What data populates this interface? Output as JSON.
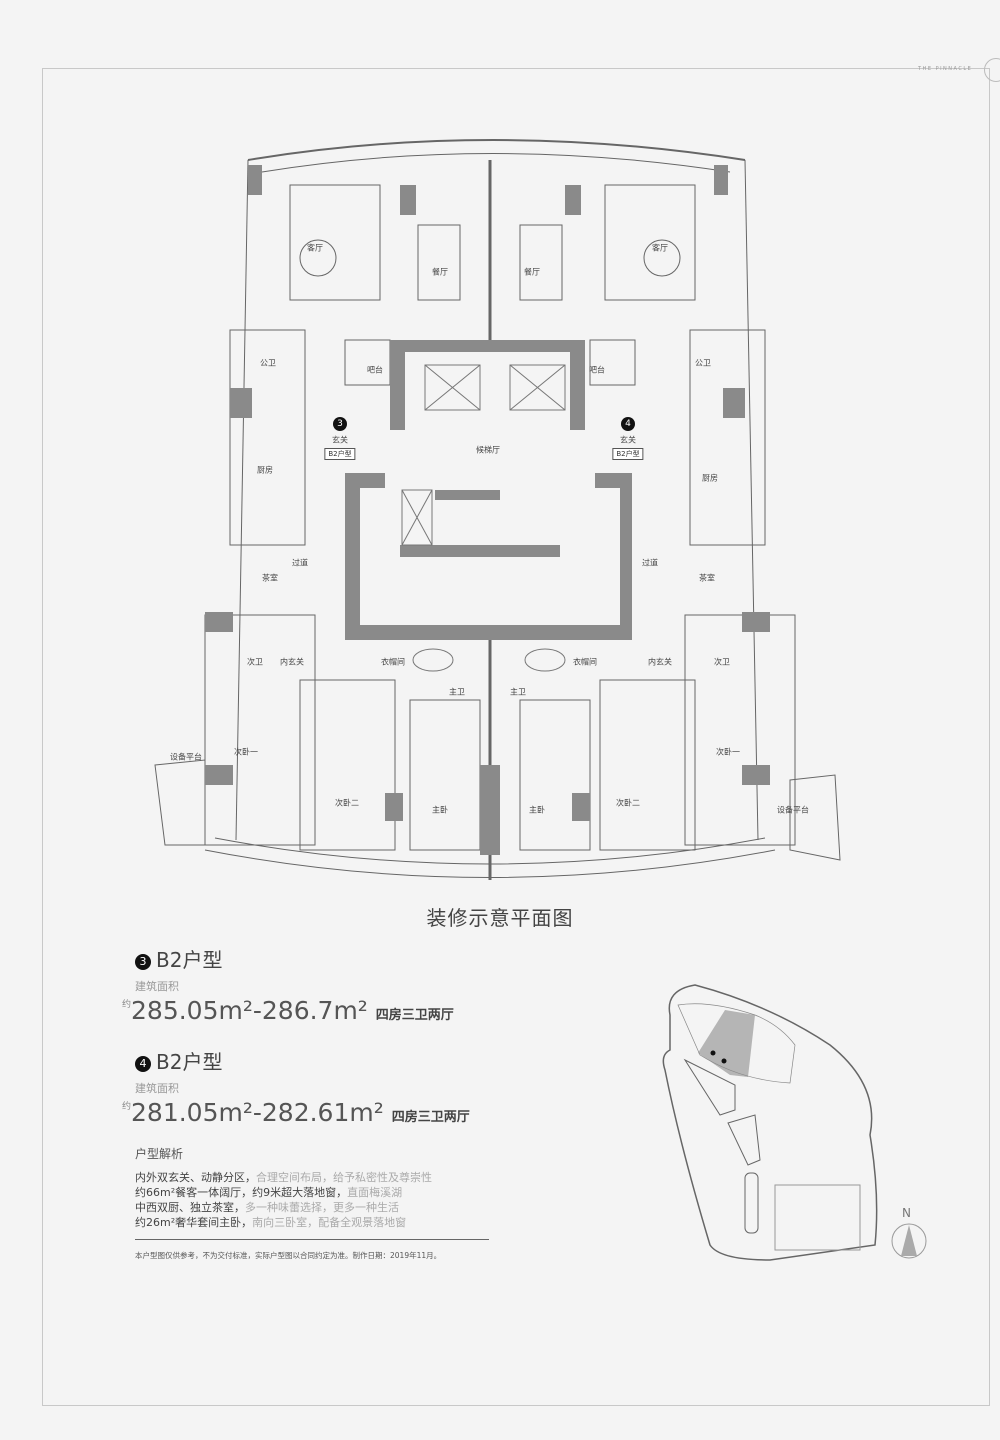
{
  "brand": "THE PINNACLE",
  "plan": {
    "rooms": {
      "living_left": "客厅",
      "living_right": "客厅",
      "dining_left": "餐厅",
      "dining_right": "餐厅",
      "bar_left": "吧台",
      "bar_right": "吧台",
      "pub_wc_left": "公卫",
      "pub_wc_right": "公卫",
      "entry_left": "玄关",
      "entry_right": "玄关",
      "lobby": "候梯厅",
      "kitchen_left": "厨房",
      "kitchen_right": "厨房",
      "corridor_left": "过道",
      "corridor_right": "过道",
      "tea_left": "茶室",
      "tea_right": "茶室",
      "sec_wc_left": "次卫",
      "sec_wc_right": "次卫",
      "inner_entry_left": "内玄关",
      "inner_entry_right": "内玄关",
      "closet_left": "衣帽间",
      "closet_right": "衣帽间",
      "master_bath_left": "主卫",
      "master_bath_right": "主卫",
      "bed1_left": "次卧一",
      "bed1_right": "次卧一",
      "bed2_left": "次卧二",
      "bed2_right": "次卧二",
      "master_left": "主卧",
      "master_right": "主卧",
      "platform_left": "设备平台",
      "platform_right": "设备平台"
    },
    "unit3_num": "3",
    "unit3_tag": "B2户型",
    "unit4_num": "4",
    "unit4_tag": "B2户型",
    "title": "装修示意平面图"
  },
  "units": [
    {
      "num": "3",
      "name": "B2户型",
      "area_label": "建筑面积",
      "prefix": "约",
      "area": "285.05m²-286.7m²",
      "rooms": "四房三卫两厅"
    },
    {
      "num": "4",
      "name": "B2户型",
      "area_label": "建筑面积",
      "prefix": "约",
      "area": "281.05m²-282.61m²",
      "rooms": "四房三卫两厅"
    }
  ],
  "analysis": {
    "heading": "户型解析",
    "lines": [
      {
        "bold": "内外双玄关、动静分区，",
        "light": "合理空间布局，给予私密性及尊崇性"
      },
      {
        "bold": "约66m²餐客一体阔厅，约9米超大落地窗，",
        "light": "直面梅溪湖"
      },
      {
        "bold": "中西双厨、独立茶室，",
        "light": "多一种味蕾选择，更多一种生活"
      },
      {
        "bold": "约26m²奢华套间主卧，",
        "light": "南向三卧室，配备全观景落地窗"
      }
    ]
  },
  "disclaimer": "本户型图仅供参考，不为交付标准，实际户型图以合同约定为准。制作日期：2019年11月。",
  "compass": "N",
  "colors": {
    "wall": "#8a8a8a",
    "highlight": "#b5b5b5",
    "line": "#555555"
  }
}
